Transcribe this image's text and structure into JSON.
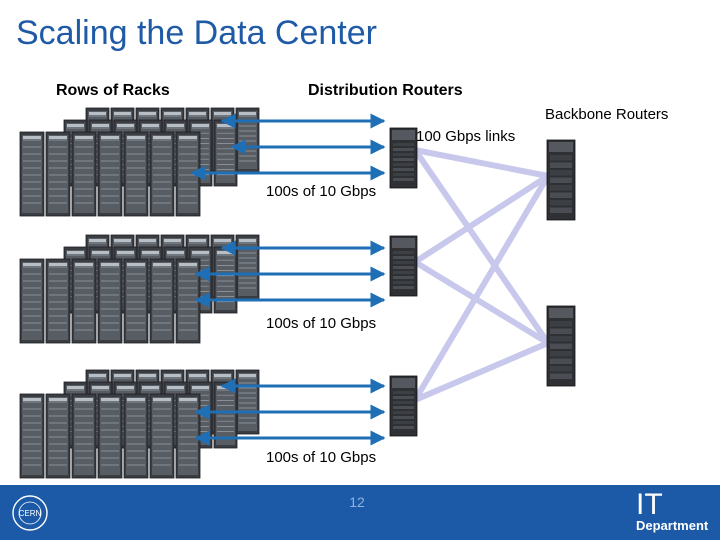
{
  "title": "Scaling the Data Center",
  "labels": {
    "rows_of_racks": "Rows of Racks",
    "distribution_routers": "Distribution Routers",
    "backbone_routers": "Backbone Routers",
    "gbps_100_links": "100 Gbps links"
  },
  "groups": [
    {
      "link_label": "100s of 10 Gbps"
    },
    {
      "link_label": "100s of 10 Gbps"
    },
    {
      "link_label": "100s of 10 Gbps"
    }
  ],
  "footer": {
    "page_number": "12",
    "logo_it": "IT",
    "logo_department": "Department",
    "cern_logo_text": "CERN"
  },
  "colors": {
    "title": "#1f5aa6",
    "arrow": "#1e6fb5",
    "mesh_link": "#c8c8ec",
    "footer": "#1c5aa8"
  }
}
